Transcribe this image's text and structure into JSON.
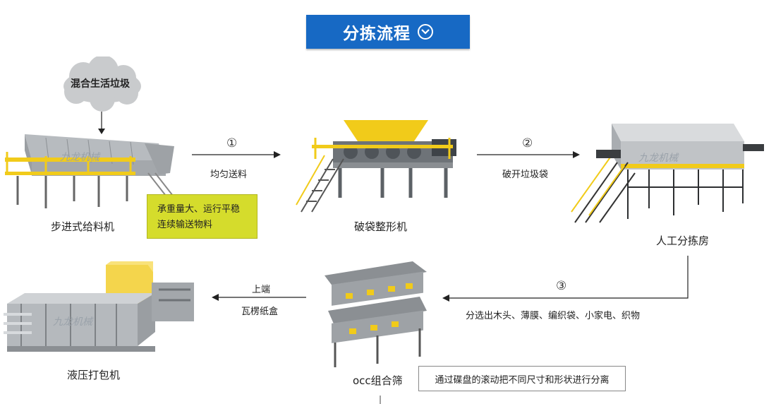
{
  "title": "分拣流程",
  "cloud_label": "混合生活垃圾",
  "machines": {
    "feeder": "步进式给料机",
    "bag_breaker": "破袋整形机",
    "sorting_room": "人工分拣房",
    "occ_screen": "occ组合筛",
    "baler": "液压打包机"
  },
  "feeder_note": {
    "line1": "承重量大、运行平稳",
    "line2": "连续输送物料"
  },
  "steps": [
    {
      "num": "①",
      "text": "均匀送料"
    },
    {
      "num": "②",
      "text": "破开垃圾袋"
    },
    {
      "num": "③",
      "text": "分选出木头、薄膜、编织袋、小家电、织物"
    }
  ],
  "output_top": "上端",
  "output_bottom": "瓦楞纸盒",
  "screen_note": "通过碟盘的滚动把不同尺寸和形状进行分离",
  "watermark": "九龙机械",
  "colors": {
    "banner": "#1769c4",
    "note_yellow": "#d5dc2c",
    "machine_gray": "#a9adb1",
    "machine_yellow": "#f1cb1a"
  }
}
